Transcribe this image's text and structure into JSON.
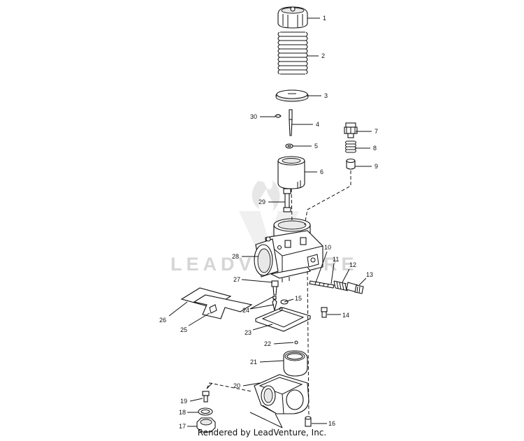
{
  "watermark": "LEADVENTURE",
  "footer": "Rendered by LeadVenture, Inc.",
  "callouts": [
    "1",
    "2",
    "3",
    "30",
    "4",
    "5",
    "7",
    "8",
    "9",
    "6",
    "29",
    "10",
    "11",
    "12",
    "13",
    "28",
    "27",
    "14",
    "24",
    "15",
    "26",
    "25",
    "23",
    "22",
    "21",
    "20",
    "19",
    "18",
    "17",
    "16"
  ]
}
